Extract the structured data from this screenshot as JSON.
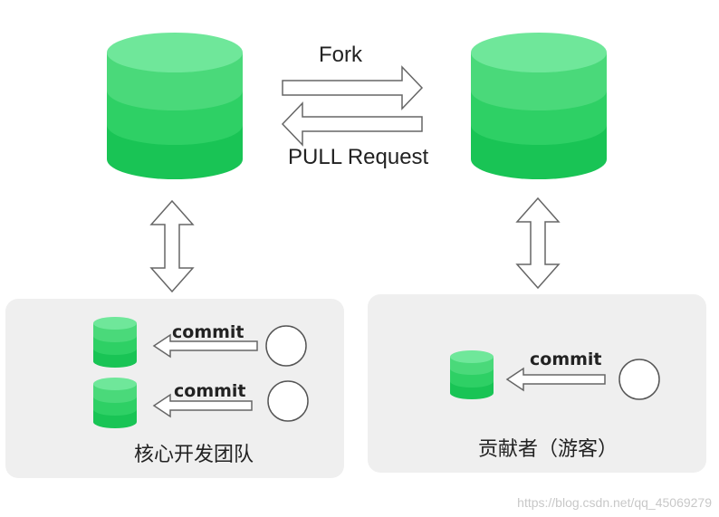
{
  "diagram": {
    "fork_label": "Fork",
    "pull_label": "PULL Request",
    "commit_label": "commit",
    "team_label": "核心开发团队",
    "contributor_label": "贡献者（游客）",
    "watermark": "https://blog.csdn.net/qq_45069279",
    "colors": {
      "db_top": "#5ce08a",
      "db_mid": "#34d06a",
      "db_bottom": "#1cc458",
      "panel": "#efefef",
      "arrow_stroke": "#666666"
    }
  }
}
